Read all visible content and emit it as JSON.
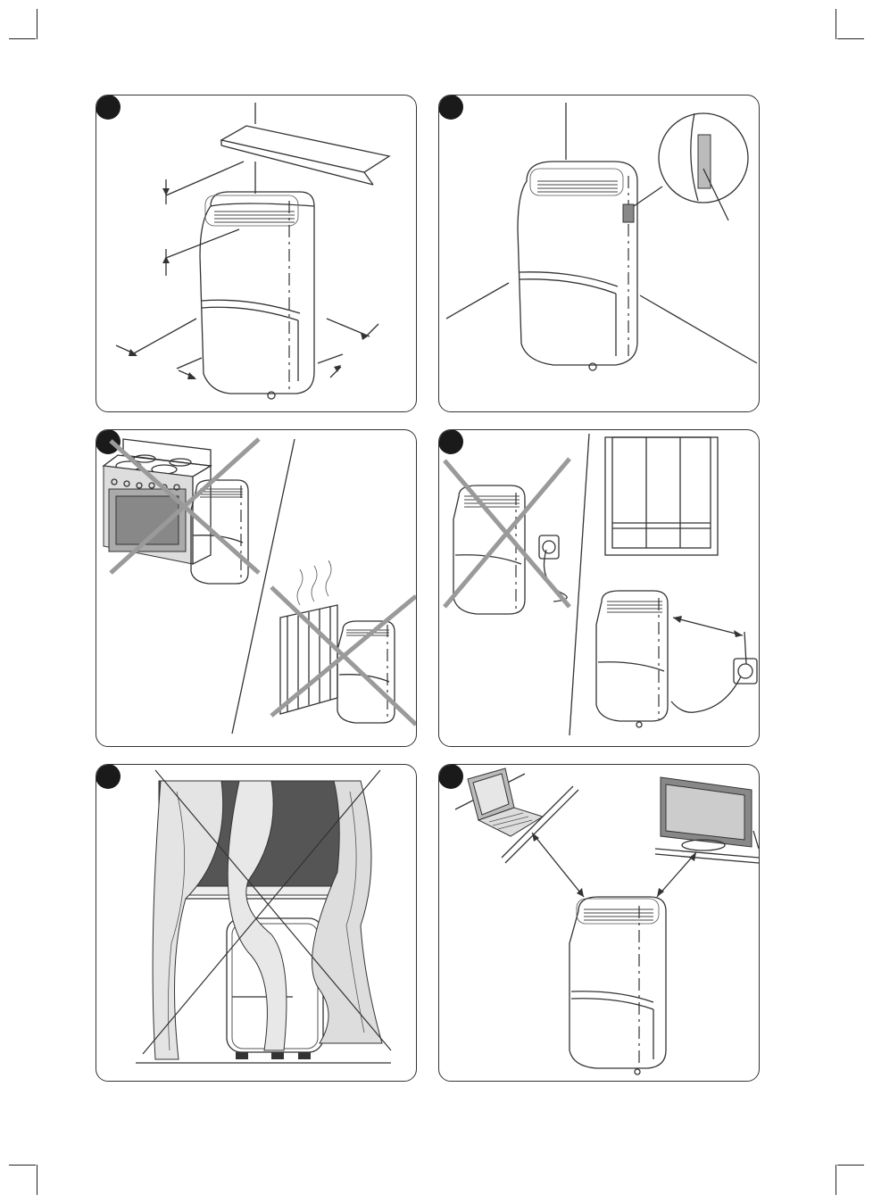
{
  "page": {
    "background": "#ffffff",
    "panels": [
      {
        "id": "panel-1",
        "scene": "clearance-dimensions"
      },
      {
        "id": "panel-2",
        "scene": "corner-placement-with-label"
      },
      {
        "id": "panel-3",
        "scene": "avoid-stove-and-radiator"
      },
      {
        "id": "panel-4",
        "scene": "wall-socket-distance"
      },
      {
        "id": "panel-5",
        "scene": "avoid-curtains"
      },
      {
        "id": "panel-6",
        "scene": "distance-from-electronics"
      }
    ]
  },
  "colors": {
    "outline": "#333333",
    "prohibited_cross": "#9a9a9a",
    "badge": "#1a1a1a",
    "panel_border": "#333333"
  },
  "icons": {
    "step_badge": "filled-circle",
    "prohibited_mark": "x-cross"
  }
}
